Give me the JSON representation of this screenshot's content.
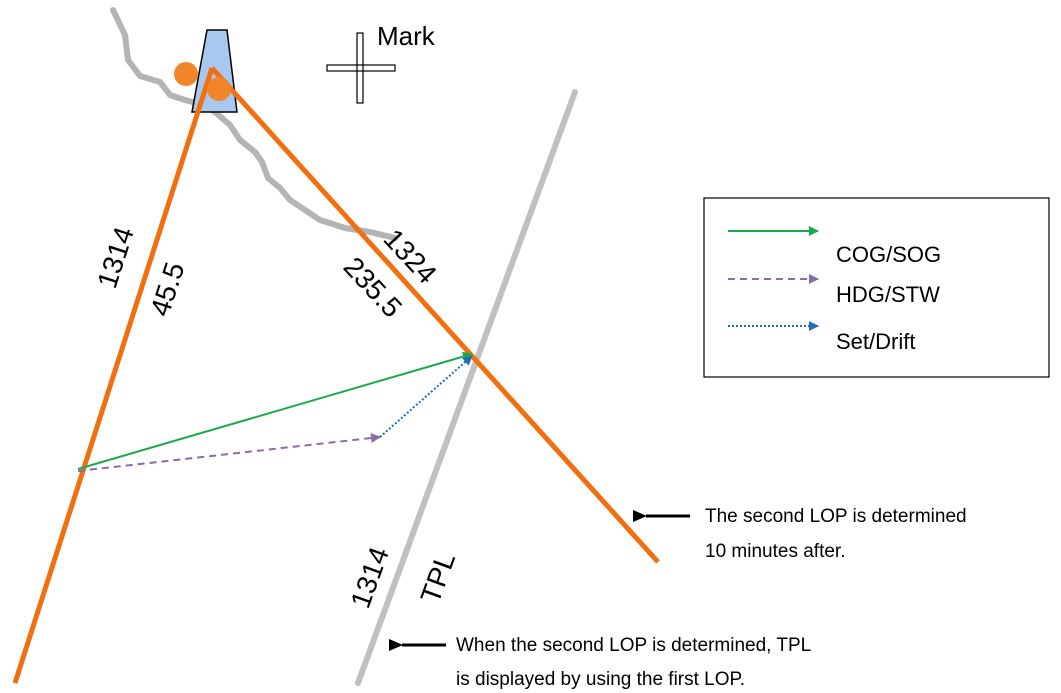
{
  "mark": {
    "label": "Mark"
  },
  "lop1": {
    "time": "1314",
    "bearing": "45.5"
  },
  "lop2": {
    "time": "1324",
    "bearing": "235.5"
  },
  "tpl": {
    "time": "1314",
    "label": "TPL"
  },
  "legend": {
    "items": [
      {
        "label": "COG/SOG",
        "style": "solid",
        "color": "#1aaa4a"
      },
      {
        "label": "HDG/STW",
        "style": "dashed",
        "color": "#8a6aaa"
      },
      {
        "label": "Set/Drift",
        "style": "dotted",
        "color": "#1f6fb8"
      }
    ]
  },
  "notes": {
    "second_lop_line1": "The second LOP is determined",
    "second_lop_line2": "10 minutes after.",
    "tpl_line1": "When the second LOP is determined, TPL",
    "tpl_line2": "is displayed by using the first LOP."
  },
  "colors": {
    "lop": "#f26f10",
    "tpl": "#c0c0c0",
    "coast": "#b4b4b4",
    "marker": "#f0852a",
    "lighthouse_fill": "#a8c8f0"
  }
}
